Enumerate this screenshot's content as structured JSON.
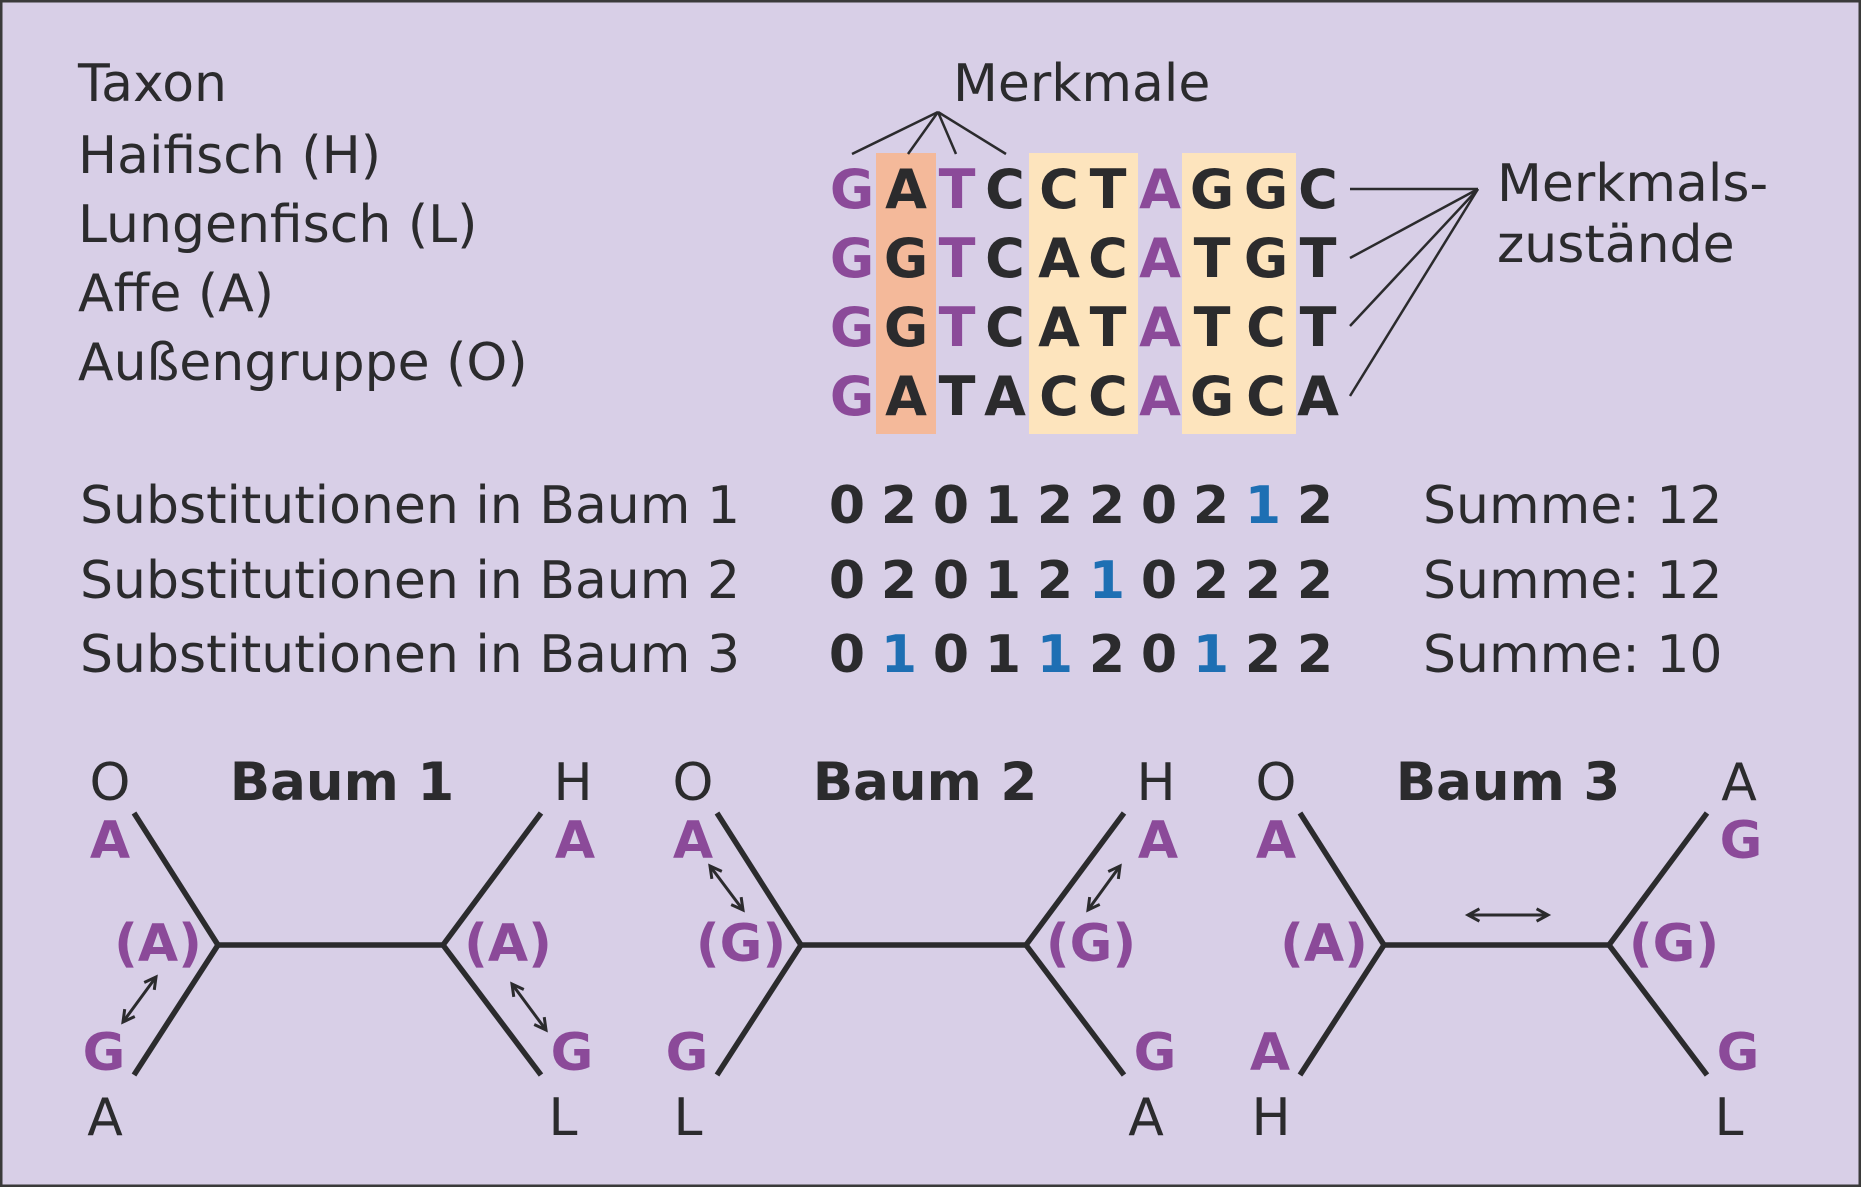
{
  "colors": {
    "background": "#d8cfe7",
    "frame": "#3a3a3a",
    "text": "#2b2b2d",
    "purple": "#8b4a99",
    "blue": "#1e6fb3",
    "highlight_orange": "#f4b99a",
    "highlight_yellow": "#fde4bd",
    "line": "#2b2b2d"
  },
  "labels": {
    "merkmale": "Merkmale",
    "merkmals_line1": "Merkmals-",
    "merkmals_line2": "zustände"
  },
  "taxa": {
    "header": "Taxon",
    "names": [
      "Haifisch (H)",
      "Lungenfisch (L)",
      "Affe (A)",
      "Außengruppe (O)"
    ]
  },
  "sequences": [
    {
      "bases": [
        "G",
        "A",
        "T",
        "C",
        "C",
        "T",
        "A",
        "G",
        "G",
        "C"
      ],
      "purple": [
        0,
        2,
        6
      ]
    },
    {
      "bases": [
        "G",
        "G",
        "T",
        "C",
        "A",
        "C",
        "A",
        "T",
        "G",
        "T"
      ],
      "purple": [
        0,
        2,
        6
      ]
    },
    {
      "bases": [
        "G",
        "G",
        "T",
        "C",
        "A",
        "T",
        "A",
        "T",
        "C",
        "T"
      ],
      "purple": [
        0,
        2,
        6
      ]
    },
    {
      "bases": [
        "G",
        "A",
        "T",
        "A",
        "C",
        "C",
        "A",
        "G",
        "C",
        "A"
      ],
      "purple": [
        0,
        6
      ]
    }
  ],
  "highlighted_columns": {
    "orange": [
      1
    ],
    "yellow": [
      4,
      5,
      7,
      8
    ]
  },
  "substitutions": [
    {
      "label": "Substitutionen in Baum 1",
      "values": [
        "0",
        "2",
        "0",
        "1",
        "2",
        "2",
        "0",
        "2",
        "1",
        "2"
      ],
      "blue": [
        8
      ],
      "sum": "Summe: 12"
    },
    {
      "label": "Substitutionen in Baum 2",
      "values": [
        "0",
        "2",
        "0",
        "1",
        "2",
        "1",
        "0",
        "2",
        "2",
        "2"
      ],
      "blue": [
        5
      ],
      "sum": "Summe: 12"
    },
    {
      "label": "Substitutionen in Baum 3",
      "values": [
        "0",
        "1",
        "0",
        "1",
        "1",
        "2",
        "0",
        "1",
        "2",
        "2"
      ],
      "blue": [
        1,
        4,
        7
      ],
      "sum": "Summe: 10"
    }
  ],
  "trees": [
    {
      "title": "Baum 1",
      "top_left": {
        "taxon": "O",
        "state": "A"
      },
      "bottom_left": {
        "taxon": "A",
        "state": "G"
      },
      "top_right": {
        "taxon": "H",
        "state": "A"
      },
      "bottom_right": {
        "taxon": "L",
        "state": "G"
      },
      "left_node": "(A)",
      "right_node": "(A)"
    },
    {
      "title": "Baum 2",
      "top_left": {
        "taxon": "O",
        "state": "A"
      },
      "bottom_left": {
        "taxon": "L",
        "state": "G"
      },
      "top_right": {
        "taxon": "H",
        "state": "A"
      },
      "bottom_right": {
        "taxon": "A",
        "state": "G"
      },
      "left_node": "(G)",
      "right_node": "(G)"
    },
    {
      "title": "Baum 3",
      "top_left": {
        "taxon": "O",
        "state": "A"
      },
      "bottom_left": {
        "taxon": "H",
        "state": "A"
      },
      "top_right": {
        "taxon": "A",
        "state": "G"
      },
      "bottom_right": {
        "taxon": "L",
        "state": "G"
      },
      "left_node": "(A)",
      "right_node": "(G)"
    }
  ]
}
